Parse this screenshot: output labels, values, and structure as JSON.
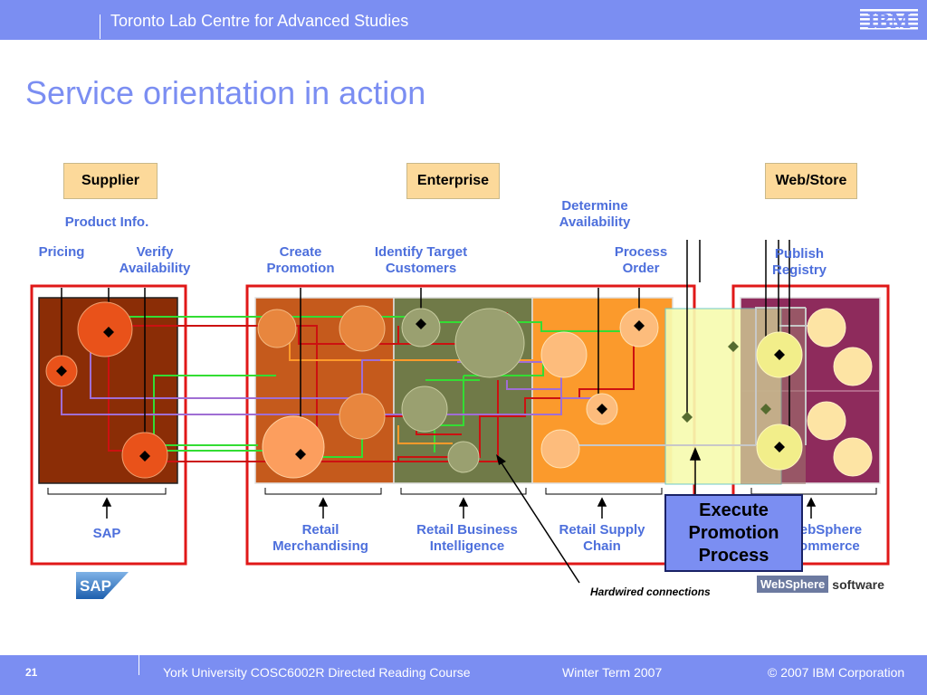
{
  "header": {
    "title": "Toronto Lab Centre for Advanced Studies",
    "logo": "IBM"
  },
  "slide_title": "Service orientation in action",
  "columns": {
    "supplier": "Supplier",
    "enterprise": "Enterprise",
    "webstore": "Web/Store"
  },
  "services": {
    "product_info": "Product Info.",
    "pricing": "Pricing",
    "verify_1": "Verify",
    "verify_2": "Availability",
    "create_1": "Create",
    "create_2": "Promotion",
    "identify_1": "Identify Target",
    "identify_2": "Customers",
    "determine_1": "Determine",
    "determine_2": "Availability",
    "process_1": "Process",
    "process_2": "Order",
    "publish_1": "Publish",
    "publish_2": "Registry"
  },
  "groups": {
    "sap": "SAP",
    "rm_1": "Retail",
    "rm_2": "Merchandising",
    "rbi_1": "Retail Business",
    "rbi_2": "Intelligence",
    "rsc_1": "Retail Supply",
    "rsc_2": "Chain",
    "wsc_1": "WebSphere",
    "wsc_2": "Commerce"
  },
  "callout": {
    "line1": "Execute",
    "line2": "Promotion",
    "line3": "Process"
  },
  "annotation": "Hardwired connections",
  "logos": {
    "sap": "SAP",
    "websphere": "WebSphere",
    "software": "software"
  },
  "footer": {
    "page": "21",
    "course": "York University COSC6002R Directed Reading Course",
    "term": "Winter Term 2007",
    "copyright": "© 2007 IBM Corporation"
  },
  "colors": {
    "accent": "#7b8ef2",
    "label": "#4d6fdc",
    "border": "#e01818",
    "sap_panel": "#8b2d06",
    "rm_panel": "#c55a1c",
    "rbi_panel": "#707a48",
    "rsc_panel": "#fb9a2c",
    "wsc_panel": "#8e2b5c"
  }
}
